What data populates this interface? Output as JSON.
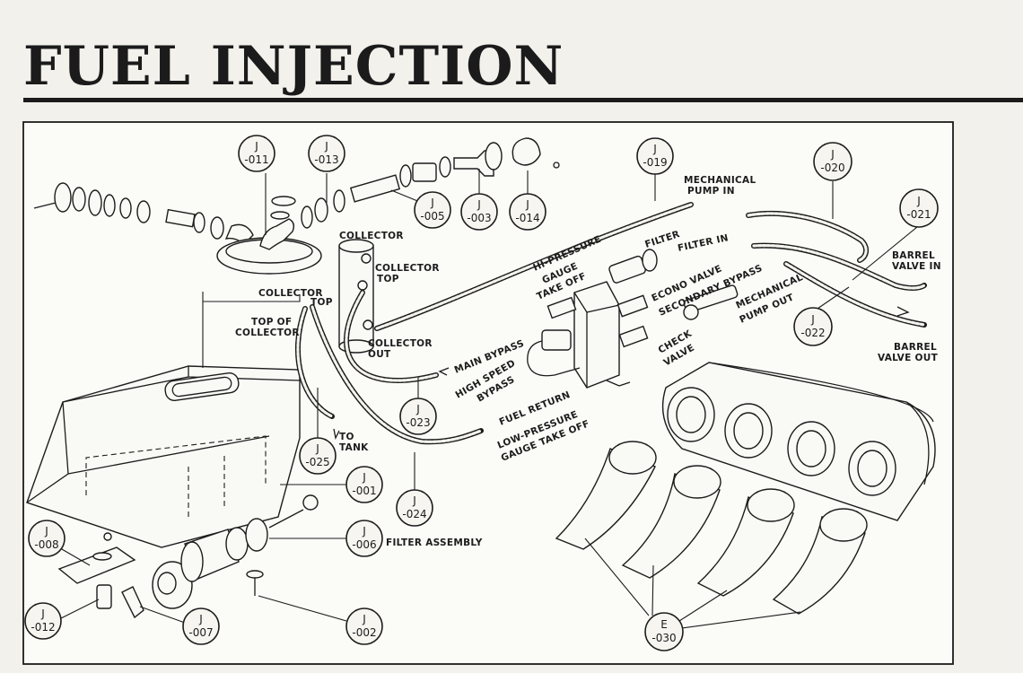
{
  "title": "FUEL INJECTION",
  "callouts": [
    {
      "id": "j011",
      "top": "J",
      "bottom": "-011"
    },
    {
      "id": "j013",
      "top": "J",
      "bottom": "-013"
    },
    {
      "id": "j005",
      "top": "J",
      "bottom": "-005"
    },
    {
      "id": "j003",
      "top": "J",
      "bottom": "-003"
    },
    {
      "id": "j014",
      "top": "J",
      "bottom": "-014"
    },
    {
      "id": "j019",
      "top": "J",
      "bottom": "-019"
    },
    {
      "id": "j020",
      "top": "J",
      "bottom": "-020"
    },
    {
      "id": "j021",
      "top": "J",
      "bottom": "-021"
    },
    {
      "id": "j022",
      "top": "J",
      "bottom": "-022"
    },
    {
      "id": "j023",
      "top": "J",
      "bottom": "-023"
    },
    {
      "id": "j025",
      "top": "J",
      "bottom": "-025"
    },
    {
      "id": "j001",
      "top": "J",
      "bottom": "-001"
    },
    {
      "id": "j024",
      "top": "J",
      "bottom": "-024"
    },
    {
      "id": "j006",
      "top": "J",
      "bottom": "-006"
    },
    {
      "id": "j008",
      "top": "J",
      "bottom": "-008"
    },
    {
      "id": "j012",
      "top": "J",
      "bottom": "-012"
    },
    {
      "id": "j007",
      "top": "J",
      "bottom": "-007"
    },
    {
      "id": "j002",
      "top": "J",
      "bottom": "-002"
    },
    {
      "id": "e030",
      "top": "E",
      "bottom": "-030"
    }
  ],
  "labels": {
    "mechanical_pump_in_1": "MECHANICAL",
    "mechanical_pump_in_2": "PUMP IN",
    "collector": "COLLECTOR",
    "collector_top_1": "COLLECTOR",
    "collector_top_2": "TOP",
    "collector_top_left_1": "COLLECTOR",
    "collector_top_left_2": "TOP",
    "top_of_collector_1": "TOP OF",
    "top_of_collector_2": "COLLECTOR",
    "collector_out_1": "COLLECTOR",
    "collector_out_2": "OUT",
    "filter": "FILTER",
    "filter_in": "FILTER IN",
    "hi_pressure_1": "HI-PRESSURE",
    "hi_pressure_2": "GAUGE",
    "hi_pressure_3": "TAKE OFF",
    "econo_valve": "ECONO VALVE",
    "secondary_bypass": "SECONDARY BYPASS",
    "barrel_valve_in_1": "BARREL",
    "barrel_valve_in_2": "VALVE IN",
    "mechanical_pump_out_1": "MECHANICAL",
    "mechanical_pump_out_2": "PUMP OUT",
    "barrel_valve_out_1": "BARREL",
    "barrel_valve_out_2": "VALVE OUT",
    "main_bypass": "MAIN BYPASS",
    "high_speed_bypass_1": "HIGH SPEED",
    "high_speed_bypass_2": "BYPASS",
    "check_valve_1": "CHECK",
    "check_valve_2": "VALVE",
    "fuel_return": "FUEL RETURN",
    "low_pressure_1": "LOW-PRESSURE",
    "low_pressure_2": "GAUGE TAKE OFF",
    "to_tank_1": "TO",
    "to_tank_2": "TANK",
    "filter_assembly": "FILTER ASSEMBLY"
  }
}
